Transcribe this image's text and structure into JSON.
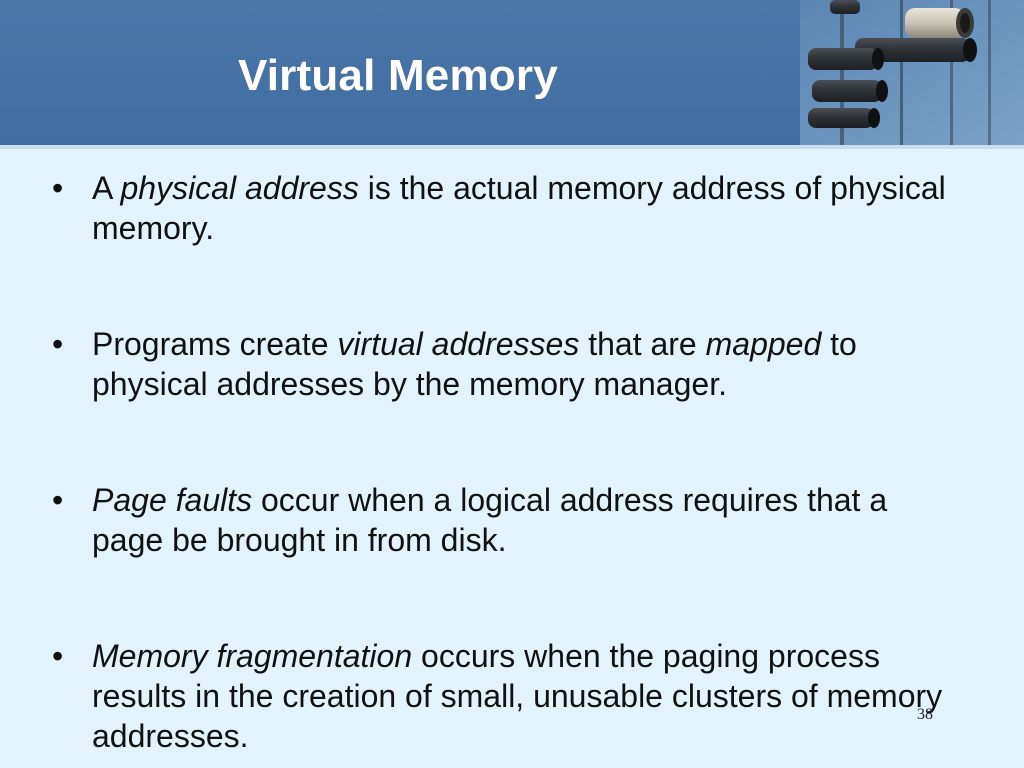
{
  "slide": {
    "title": "Virtual Memory",
    "page_number": "38"
  },
  "bullets": [
    {
      "marker": "•",
      "parts": [
        {
          "text": "A ",
          "italic": false
        },
        {
          "text": "physical address",
          "italic": true
        },
        {
          "text": " is the actual memory address of physical memory.",
          "italic": false
        }
      ]
    },
    {
      "marker": "•",
      "parts": [
        {
          "text": "Programs create ",
          "italic": false
        },
        {
          "text": "virtual addresses",
          "italic": true
        },
        {
          "text": " that are ",
          "italic": false
        },
        {
          "text": "mapped",
          "italic": true
        },
        {
          "text": " to physical addresses by the memory manager.",
          "italic": false
        }
      ]
    },
    {
      "marker": "•",
      "parts": [
        {
          "text": "Page faults",
          "italic": true
        },
        {
          "text": " occur when a logical address requires that a page be brought in from disk.",
          "italic": false
        }
      ]
    },
    {
      "marker": "•",
      "parts": [
        {
          "text": "Memory fragmentation",
          "italic": true
        },
        {
          "text": " occurs when the paging process results in the creation of small, unusable clusters of memory addresses.",
          "italic": false
        }
      ]
    }
  ],
  "colors": {
    "header_background": "#4a76a8",
    "slide_background": "#e3f3fb",
    "title_text": "#ffffff",
    "body_text": "#111111"
  },
  "images": {
    "header_photo": "metal-pipes-photo"
  }
}
